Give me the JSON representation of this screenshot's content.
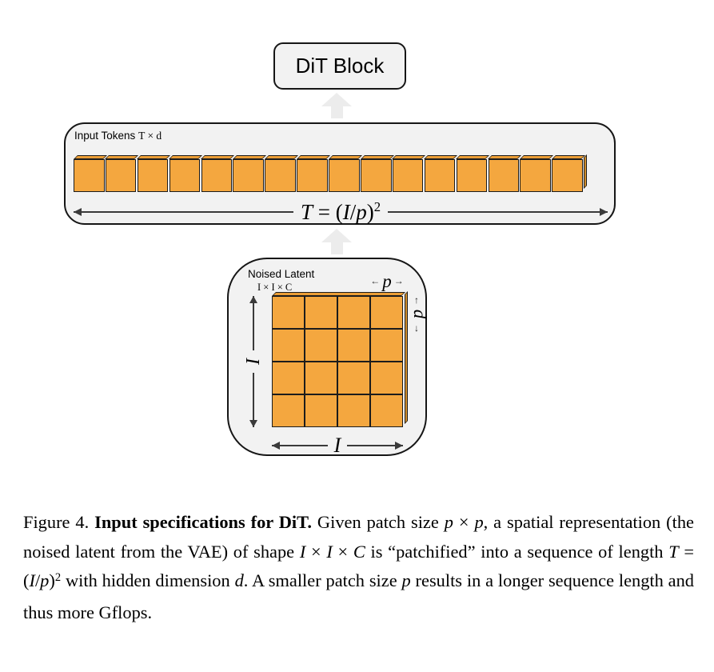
{
  "figure": {
    "dit_block": {
      "label": "DiT Block"
    },
    "input_tokens": {
      "label_prefix": "Input Tokens ",
      "label_dims": "T × d",
      "token_count": 16,
      "formula": {
        "t": "T",
        "eq": " = (",
        "i": "I",
        "slash": "/",
        "p": "p",
        "close": ")",
        "sup": "2"
      }
    },
    "noised_latent": {
      "label": "Noised Latent",
      "dims": "I × I × C",
      "patch_top_label": "p",
      "patch_right_label": "p",
      "height_label": "I",
      "width_label": "I",
      "grid_rows": 4,
      "grid_cols": 4,
      "arrow_left": "←",
      "arrow_right": "→",
      "arrow_up": "↑",
      "arrow_down": "↓"
    },
    "colors": {
      "token_orange": "#F4A73F",
      "bevel_orange": "#EB9D35",
      "panel_gray": "#F2F2F2",
      "border_black": "#161616",
      "big_arrow_gray": "#ECECEC"
    }
  },
  "caption": {
    "segments": [
      {
        "text": "Figure 4. ",
        "style": "regular"
      },
      {
        "text": "Input specifications for DiT.",
        "style": "bold"
      },
      {
        "text": " Given patch size ",
        "style": "regular"
      },
      {
        "text": "p",
        "style": "math"
      },
      {
        "text": " × ",
        "style": "regular"
      },
      {
        "text": "p",
        "style": "math"
      },
      {
        "text": ", a spatial representation (the noised latent from the VAE) of shape ",
        "style": "regular"
      },
      {
        "text": "I",
        "style": "math"
      },
      {
        "text": " × ",
        "style": "regular"
      },
      {
        "text": "I",
        "style": "math"
      },
      {
        "text": " × ",
        "style": "regular"
      },
      {
        "text": "C",
        "style": "math"
      },
      {
        "text": " is “patchified” into a sequence of length ",
        "style": "regular"
      },
      {
        "text": "T",
        "style": "math"
      },
      {
        "text": " = (",
        "style": "regular"
      },
      {
        "text": "I",
        "style": "math"
      },
      {
        "text": "/",
        "style": "regular"
      },
      {
        "text": "p",
        "style": "math"
      },
      {
        "text": ")",
        "style": "regular"
      },
      {
        "text": "2",
        "style": "sup"
      },
      {
        "text": " with hidden dimension ",
        "style": "regular"
      },
      {
        "text": "d",
        "style": "math"
      },
      {
        "text": ". A smaller patch size ",
        "style": "regular"
      },
      {
        "text": "p",
        "style": "math"
      },
      {
        "text": " results in a longer sequence length and thus more Gflops.",
        "style": "regular"
      }
    ]
  }
}
